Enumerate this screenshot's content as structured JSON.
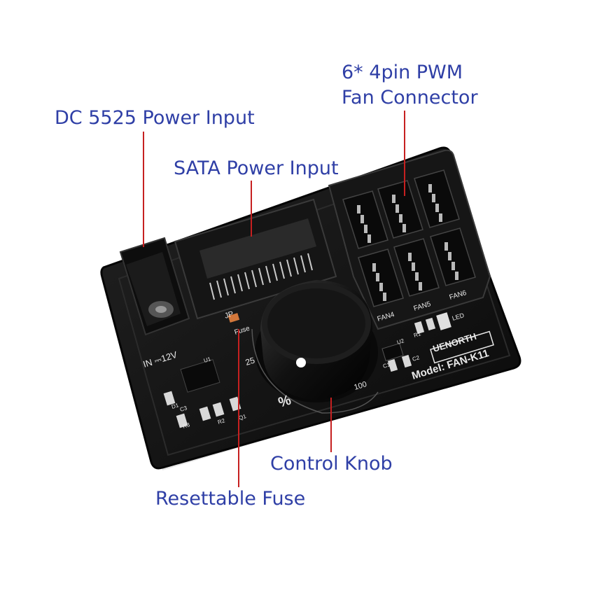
{
  "callouts": {
    "dc_power": "DC 5525 Power Input",
    "sata_power": "SATA Power Input",
    "pwm_line1": "6* 4pin PWM",
    "pwm_line2": "Fan Connector",
    "control_knob": "Control Knob",
    "fuse": "Resettable Fuse"
  },
  "board": {
    "brand": "UENORTH",
    "model": "Model: FAN-K11",
    "power_in": "IN ⎓12V",
    "fuse_label": "Fuse",
    "fuse_chip": "JP",
    "led_label": "LED",
    "fan_labels": [
      "FAN4",
      "FAN5",
      "FAN6"
    ],
    "scale": [
      "25",
      "100",
      "%"
    ],
    "parts": [
      "U1",
      "U2",
      "R1",
      "R2",
      "R3",
      "C1",
      "C2",
      "C3",
      "Q1",
      "D1"
    ]
  },
  "colors": {
    "label_text": "#2f3fa6",
    "leader_line": "#c62020",
    "pcb": "#141414",
    "silkscreen": "#e8e8e8"
  }
}
